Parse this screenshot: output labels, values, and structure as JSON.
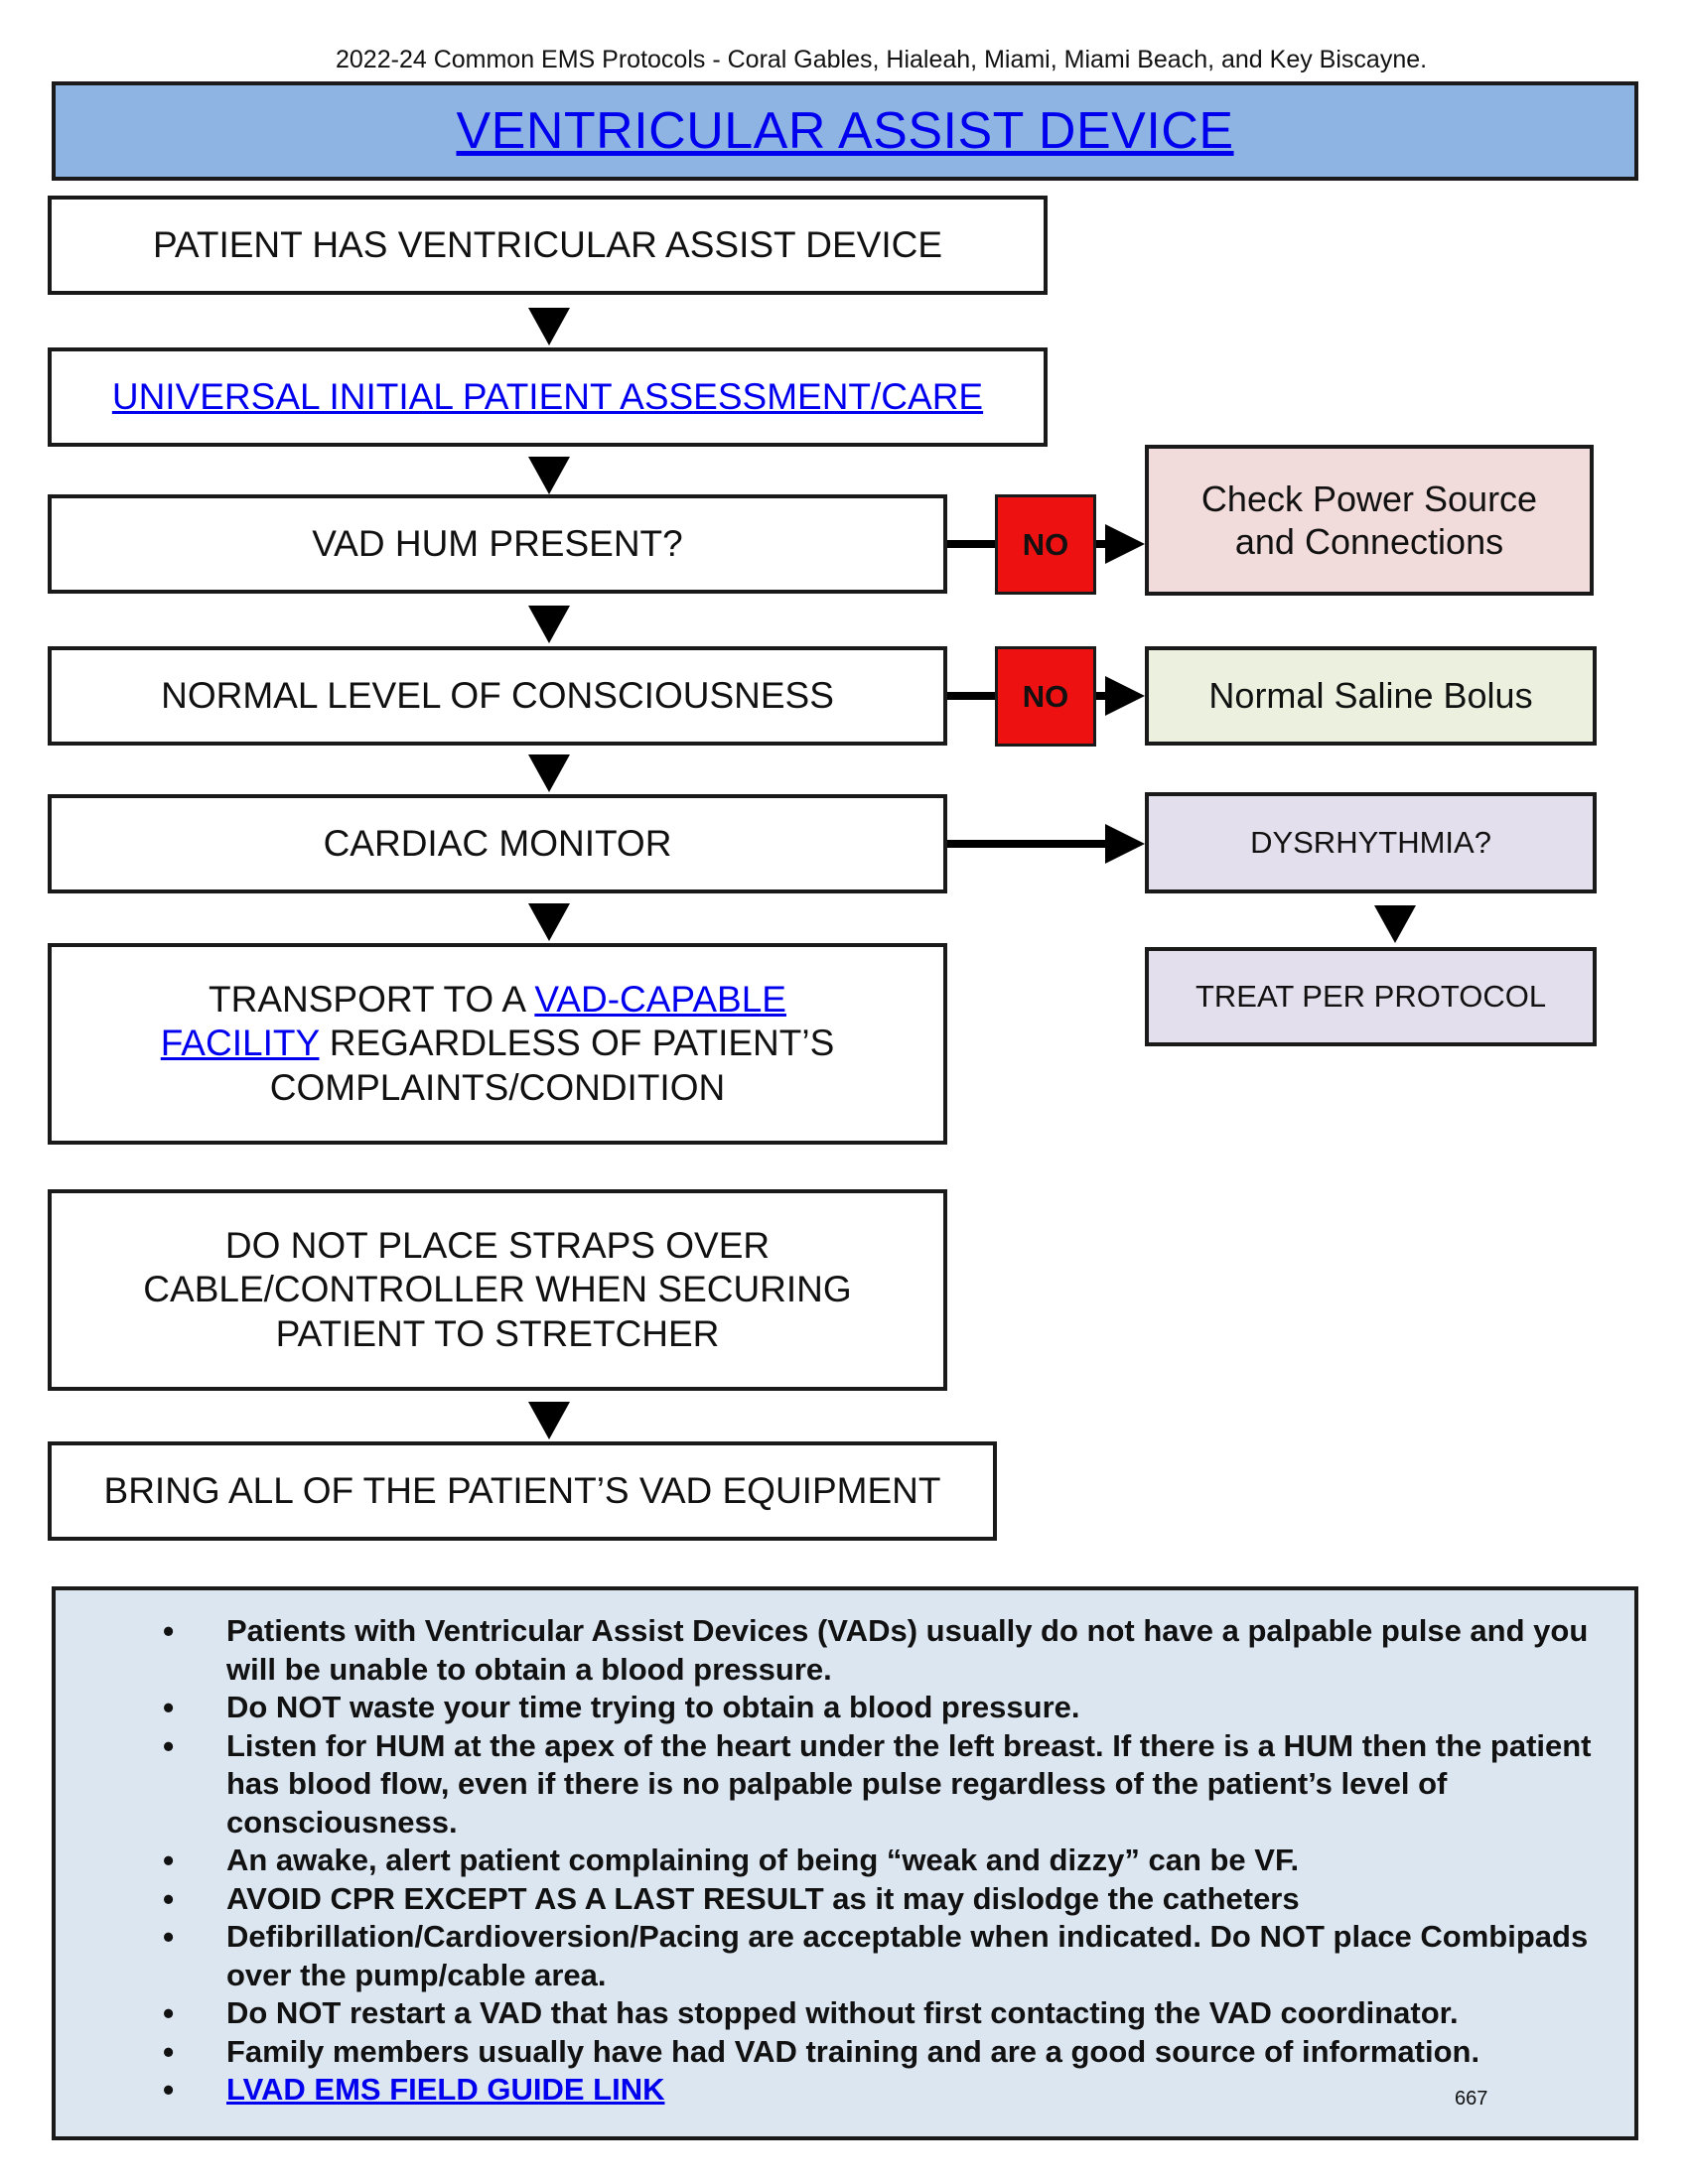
{
  "header": {
    "protocols_line": "2022-24 Common EMS Protocols - Coral Gables, Hialeah, Miami, Miami Beach, and Key Biscayne."
  },
  "title": "VENTRICULAR ASSIST DEVICE",
  "flow": {
    "step1": "PATIENT HAS VENTRICULAR ASSIST DEVICE",
    "step2_link": "UNIVERSAL INITIAL PATIENT ASSESSMENT/CARE",
    "step3": "VAD HUM PRESENT?",
    "step4": "NORMAL LEVEL OF CONSCIOUSNESS",
    "step5": "CARDIAC MONITOR",
    "step6": {
      "prefix": "TRANSPORT TO A ",
      "link_part1": "VAD-CAPABLE",
      "link_part2": "FACILITY",
      "suffix": " REGARDLESS OF PATIENT’S",
      "line3": "COMPLAINTS/CONDITION"
    },
    "step7": {
      "line1": "DO NOT PLACE STRAPS OVER",
      "line2": "CABLE/CONTROLLER WHEN SECURING",
      "line3": "PATIENT TO STRETCHER"
    },
    "step8": "BRING ALL OF THE PATIENT’S VAD EQUIPMENT",
    "no_label_1": "NO",
    "no_label_2": "NO"
  },
  "side": {
    "check_power_line1": "Check Power Source",
    "check_power_line2": "and Connections",
    "saline": "Normal Saline Bolus",
    "dysrhythmia": "DYSRHYTHMIA?",
    "treat": "TREAT PER PROTOCOL"
  },
  "notes": {
    "items": [
      "Patients with Ventricular Assist Devices (VADs) usually do not have a palpable pulse and you will be unable to obtain a blood pressure.",
      "Do NOT waste your time trying to obtain a blood pressure.",
      "Listen for HUM at the apex of the heart under the left breast. If there is a HUM then the patient has blood flow, even if there is no palpable pulse regardless of the patient’s level of consciousness.",
      "An awake, alert patient complaining of being “weak and dizzy” can be VF.",
      "AVOID CPR EXCEPT AS A LAST RESULT as it may dislodge the catheters",
      "Defibrillation/Cardioversion/Pacing are acceptable when indicated. Do NOT place Combipads over the pump/cable area.",
      "Do NOT restart a VAD that has stopped without first contacting the VAD coordinator.",
      "Family members usually have had VAD training and are a good source of information."
    ],
    "link": "LVAD EMS FIELD GUIDE LINK"
  },
  "page_number": "667"
}
